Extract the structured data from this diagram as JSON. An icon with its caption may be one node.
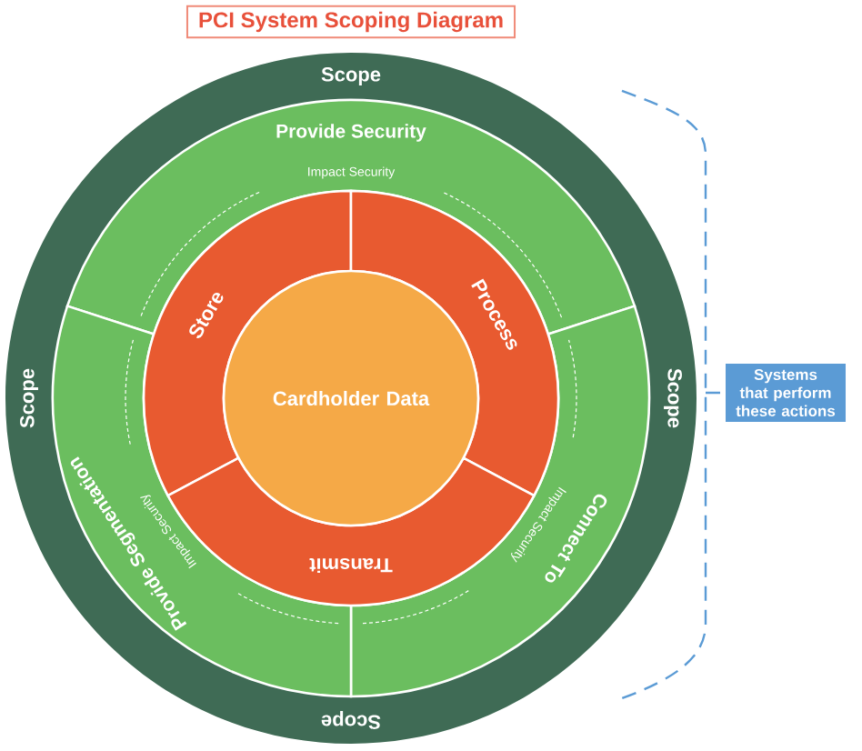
{
  "diagram": {
    "title": "PCI System Scoping Diagram",
    "nodes": [
      {
        "text": [
          "Scope",
          "Scope",
          "Scope",
          "Scope"
        ]
      },
      {
        "text": [
          "Provide Security",
          "Impact Security"
        ],
        "in": 0
      },
      {
        "text": [
          "Connect To",
          "Impact Security"
        ],
        "in": 0
      },
      {
        "text": [
          "Provide Segmentation",
          "Impact Security"
        ],
        "in": 0
      },
      {
        "text": [
          "Store"
        ],
        "in": 0
      },
      {
        "text": [
          "Process"
        ],
        "in": 0
      },
      {
        "text": [
          "Transmit"
        ],
        "in": 0
      },
      {
        "text": [
          "Cardholder Data"
        ],
        "in": 0
      },
      {
        "text": [
          "Systems that perform these actions"
        ]
      }
    ]
  }
}
